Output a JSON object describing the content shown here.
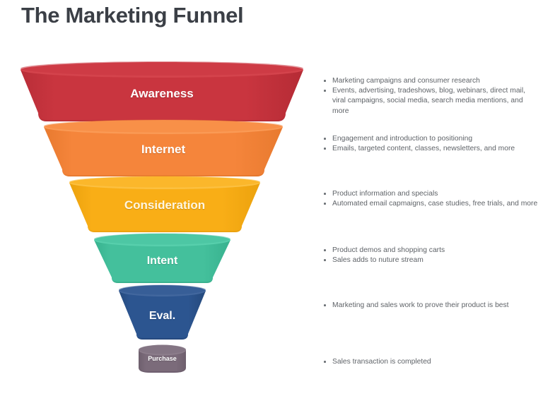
{
  "title": "The Marketing Funnel",
  "theme": {
    "background": "#ffffff",
    "title_color": "#3b3f46",
    "description_color": "#5f6368",
    "bullet_color": "#6b7075"
  },
  "funnel": {
    "stages": [
      {
        "label": "Awareness",
        "color": "#C9353F",
        "rim_color": "#D9474F",
        "shade_color": "#B02A34",
        "label_color": "#ffffff"
      },
      {
        "label": "Internet",
        "color": "#F5853B",
        "rim_color": "#FA9A55",
        "shade_color": "#E0762E",
        "label_color": "#ffffff"
      },
      {
        "label": "Consideration",
        "color": "#F9AE16",
        "rim_color": "#FCC040",
        "shade_color": "#E89C0B",
        "label_color": "#FFF6E0"
      },
      {
        "label": "Intent",
        "color": "#44C09C",
        "rim_color": "#57CFAC",
        "shade_color": "#35AA88",
        "label_color": "#ffffff"
      },
      {
        "label": "Eval.",
        "color": "#2C5590",
        "rim_color": "#42679E",
        "shade_color": "#244878",
        "label_color": "#ffffff"
      },
      {
        "label": "Purchase",
        "color": "#7B6B7A",
        "rim_color": "#8D7E8C",
        "shade_color": "#6A5B69",
        "label_color": "#ffffff"
      }
    ]
  },
  "descriptions": [
    {
      "stage": "Awareness",
      "items": [
        "Marketing campaigns and consumer research",
        "Events, advertising, tradeshows, blog, webinars, direct mail, viral campaigns, social media, search media mentions, and more"
      ]
    },
    {
      "stage": "Internet",
      "items": [
        "Engagement and introduction to positioning",
        "Emails, targeted content, classes, newsletters, and more"
      ]
    },
    {
      "stage": "Consideration",
      "items": [
        "Product information and specials",
        "Automated email capmaigns, case studies, free trials, and more"
      ]
    },
    {
      "stage": "Intent",
      "items": [
        "Product demos and shopping carts",
        "Sales adds to nuture stream"
      ]
    },
    {
      "stage": "Eval.",
      "items": [
        "Marketing and sales work to prove their product is best"
      ]
    },
    {
      "stage": "Purchase",
      "items": [
        "Sales transaction is completed"
      ]
    }
  ]
}
